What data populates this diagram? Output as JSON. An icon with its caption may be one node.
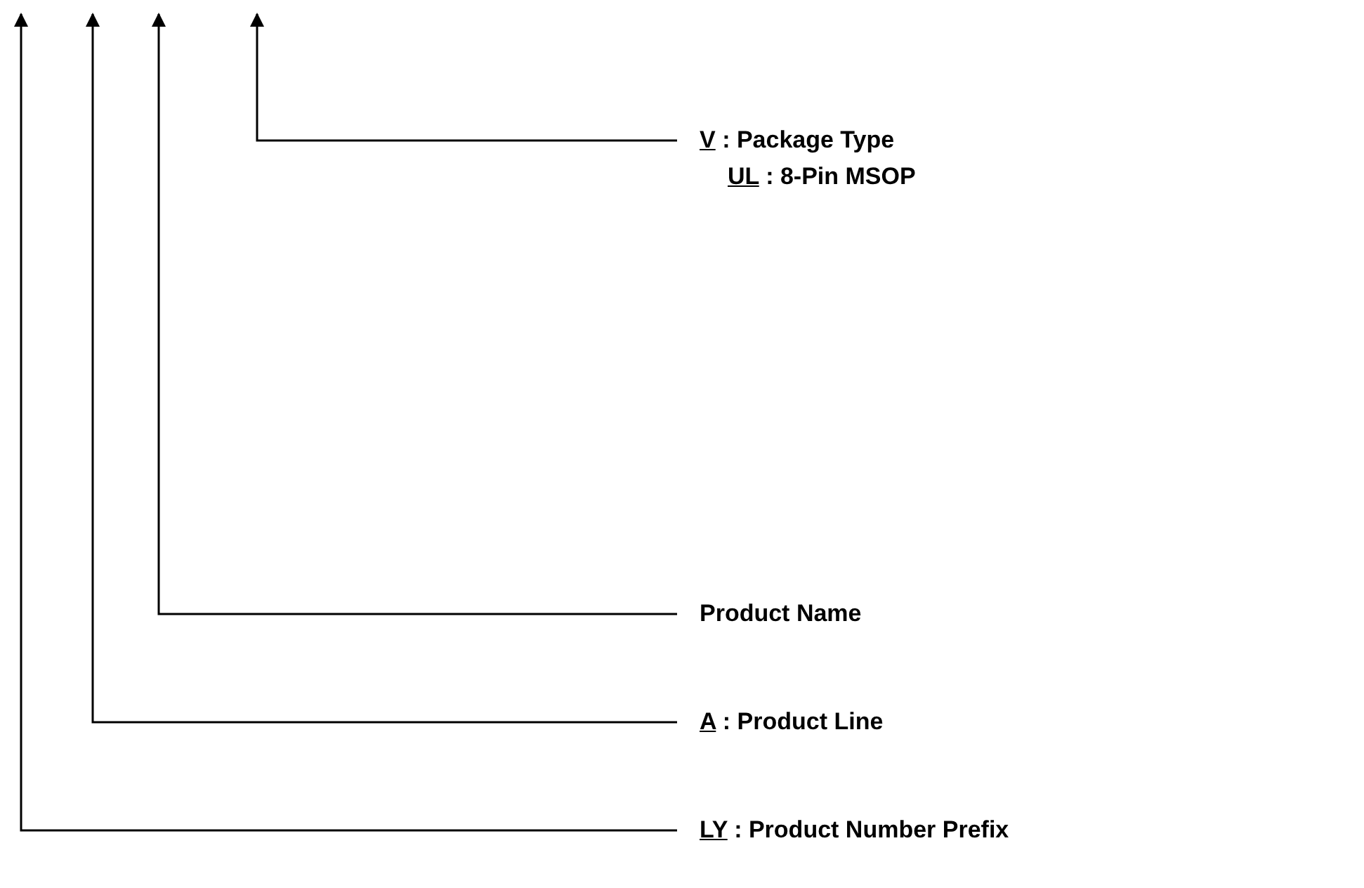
{
  "diagram": {
    "nodes": [
      {
        "text": [
          "V : Package Type",
          "UL : 8-Pin MSOP"
        ]
      },
      {
        "text": [
          "Product Name"
        ]
      },
      {
        "text": [
          "A : Product Line"
        ]
      },
      {
        "text": [
          "LY : Product Number Prefix"
        ]
      }
    ],
    "edges": [
      {
        "from": 0,
        "to": null,
        "arrow": "to"
      },
      {
        "from": 1,
        "to": null,
        "arrow": "to"
      },
      {
        "from": 2,
        "to": null,
        "arrow": "to"
      },
      {
        "from": 3,
        "to": null,
        "arrow": "to"
      }
    ]
  }
}
